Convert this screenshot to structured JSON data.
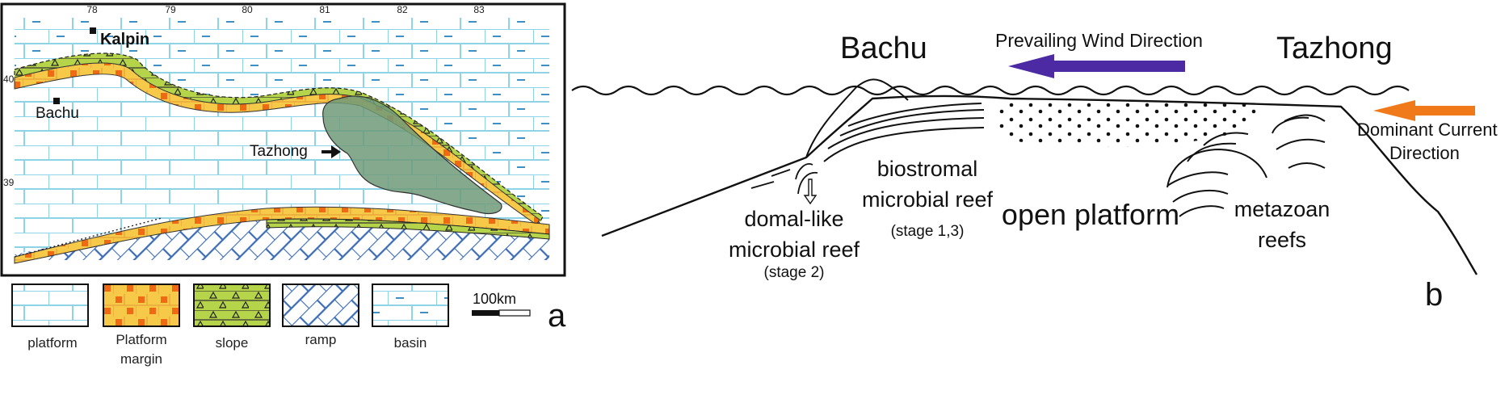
{
  "panel_a": {
    "label": "a",
    "longitudes": [
      "78",
      "79",
      "80",
      "81",
      "82",
      "83"
    ],
    "latitudes": [
      "40",
      "39"
    ],
    "cities": {
      "kalpin": "Kalpin",
      "bachu": "Bachu",
      "tazhong": "Tazhong"
    },
    "scalebar_label": "100km",
    "legend": [
      {
        "key": "platform",
        "label": "platform"
      },
      {
        "key": "margin",
        "label": "Platform",
        "label2": "margin"
      },
      {
        "key": "slope",
        "label": "slope"
      },
      {
        "key": "ramp",
        "label": "ramp"
      },
      {
        "key": "basin",
        "label": "basin"
      }
    ],
    "colors": {
      "platform_line": "#8fd3e6",
      "margin_fill": "#f7c948",
      "margin_block": "#ef6a12",
      "slope_fill": "#b6d44a",
      "ramp_line": "#3d6db5",
      "tazhong_fill": "#6e9a78"
    }
  },
  "panel_b": {
    "label": "b",
    "bachu": "Bachu",
    "tazhong": "Tazhong",
    "wind_label": "Prevailing Wind Direction",
    "current_label_1": "Dominant Current",
    "current_label_2": "Direction",
    "domal_1": "domal-like",
    "domal_2": "microbial reef",
    "domal_3": "(stage 2)",
    "bio_1": "biostromal",
    "bio_2": "microbial reef",
    "bio_3": "(stage 1,3)",
    "open_platform": "open platform",
    "meta_1": "metazoan",
    "meta_2": "reefs",
    "colors": {
      "wind_arrow": "#4b2aa3",
      "current_arrow": "#f07a1a"
    }
  }
}
